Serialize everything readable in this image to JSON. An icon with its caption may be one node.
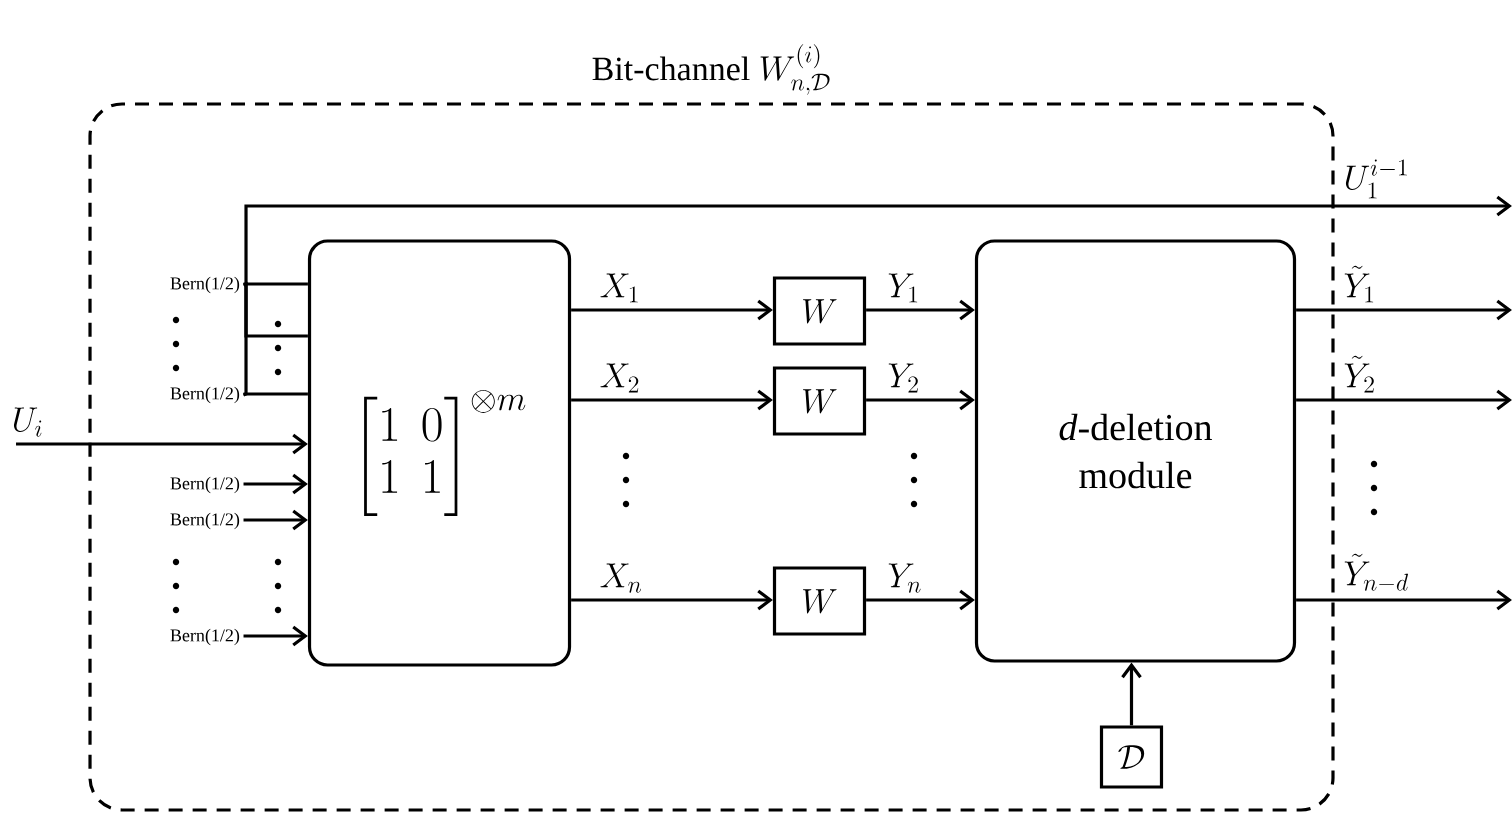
{
  "diagram": {
    "nodes": [
      {
        "text": [
          "\\text{Bit-channel } W_{n,\\mathcal{D}}^{(i)}"
        ]
      },
      {
        "text": [
          "\\begin{bmatrix}1 & 0\\\\ 1 & 1\\end{bmatrix}^{\\otimes m}"
        ],
        "in": 0
      },
      {
        "text": [
          "W"
        ],
        "in": 0
      },
      {
        "text": [
          "W"
        ],
        "in": 0
      },
      {
        "text": [
          "W"
        ],
        "in": 0
      },
      {
        "text": [
          "*d*-deletion module"
        ],
        "in": 0
      },
      {
        "text": [
          "\\mathcal{D}"
        ],
        "in": 0
      },
      {
        "text": [
          "Bern(1/2)"
        ],
        "in": 0
      },
      {
        "text": [
          "Bern(1/2)"
        ],
        "in": 0
      },
      {
        "text": [
          "Bern(1/2)"
        ],
        "in": 0
      },
      {
        "text": [
          "Bern(1/2)"
        ],
        "in": 0
      },
      {
        "text": [
          "Bern(1/2)"
        ],
        "in": 0
      }
    ],
    "edges": [
      {
        "from": 7,
        "to": 1,
        "arrow": "none"
      },
      {
        "from": 8,
        "to": 1,
        "arrow": "none"
      },
      {
        "from": 7,
        "to": null,
        "arrow": "to",
        "label": "U_1^{i-1}"
      },
      {
        "from": 8,
        "to": null,
        "arrow": "to"
      },
      {
        "from": null,
        "to": 1,
        "arrow": "to",
        "label": "U_i"
      },
      {
        "from": 9,
        "to": 1,
        "arrow": "to"
      },
      {
        "from": 10,
        "to": 1,
        "arrow": "to"
      },
      {
        "from": 11,
        "to": 1,
        "arrow": "to"
      },
      {
        "from": 1,
        "to": 2,
        "arrow": "to",
        "label": "X_1"
      },
      {
        "from": 1,
        "to": 3,
        "arrow": "to",
        "label": "X_2"
      },
      {
        "from": 1,
        "to": 4,
        "arrow": "to",
        "label": "X_n"
      },
      {
        "from": 2,
        "to": 5,
        "arrow": "to",
        "label": "Y_1"
      },
      {
        "from": 3,
        "to": 5,
        "arrow": "to",
        "label": "Y_2"
      },
      {
        "from": 4,
        "to": 5,
        "arrow": "to",
        "label": "Y_n"
      },
      {
        "from": 5,
        "to": null,
        "arrow": "to",
        "label": "\\tilde{Y}_1"
      },
      {
        "from": 5,
        "to": null,
        "arrow": "to",
        "label": "\\tilde{Y}_2"
      },
      {
        "from": 5,
        "to": null,
        "arrow": "to",
        "label": "\\tilde{Y}_{n-d}"
      },
      {
        "from": 6,
        "to": 5,
        "arrow": "to"
      },
      {
        "from": 7,
        "to": 1,
        "arrow": "none"
      }
    ]
  }
}
